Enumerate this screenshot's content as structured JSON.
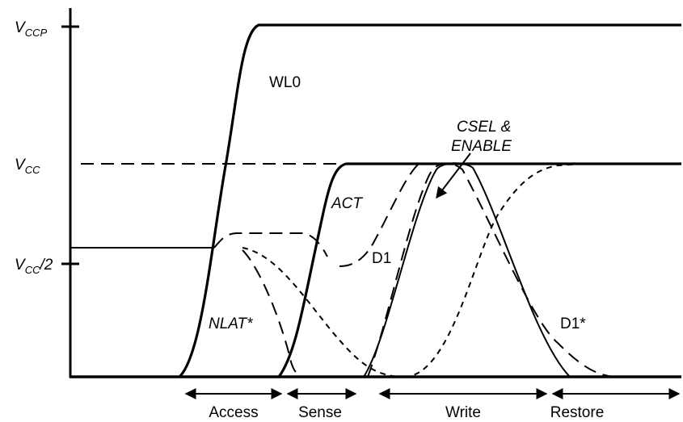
{
  "axis_labels": {
    "vccp": {
      "main": "V",
      "sub": "CCP"
    },
    "vcc": {
      "main": "V",
      "sub": "CC"
    },
    "vcc_half": {
      "main": "V",
      "sub": "CC",
      "suffix": "/2"
    }
  },
  "signals": {
    "wl0": "WL0",
    "act": "ACT",
    "d1": "D1",
    "nlat": "NLAT*",
    "d1_star": "D1*",
    "csel_line1": "CSEL &",
    "csel_line2": "ENABLE"
  },
  "phases": [
    "Access",
    "Sense",
    "Write",
    "Restore"
  ]
}
